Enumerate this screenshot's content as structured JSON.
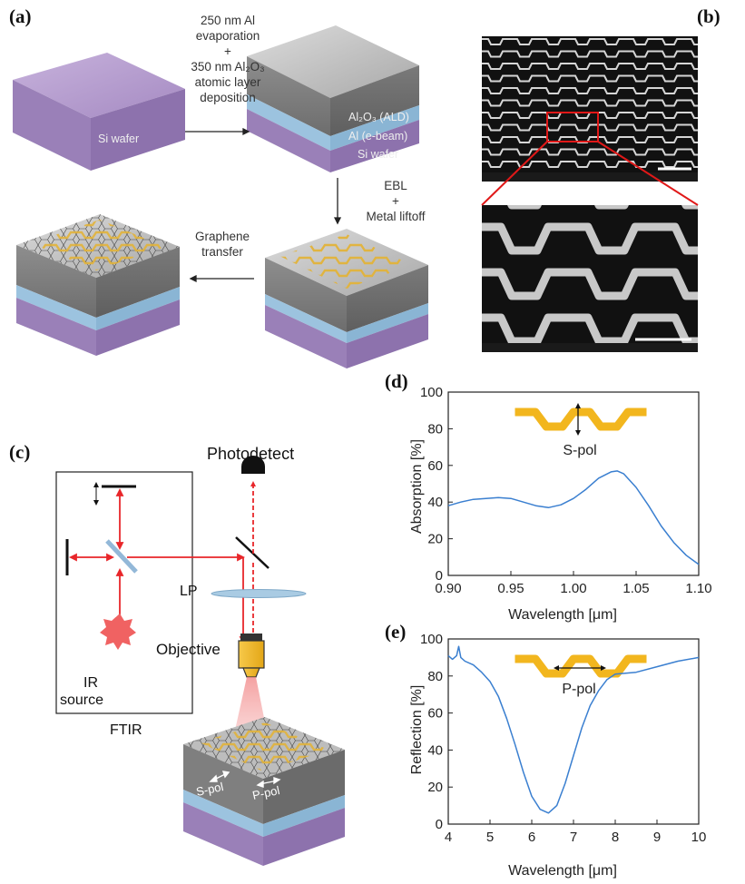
{
  "panels": {
    "a": "(a)",
    "b": "(b)",
    "c": "(c)",
    "d": "(d)",
    "e": "(e)"
  },
  "fabrication": {
    "step1_lines": [
      "250 nm Al",
      "evaporation",
      "+",
      "350 nm Al₂O₃",
      "atomic layer",
      "deposition"
    ],
    "step2_lines": [
      "EBL",
      "+",
      "Metal liftoff"
    ],
    "step3_lines": [
      "Graphene",
      "transfer"
    ],
    "si_wafer": "Si wafer",
    "layer_ald": "Al₂O₃ (ALD)",
    "layer_al": "Al (e-beam)",
    "layer_si": "Si wafer"
  },
  "setup": {
    "photodetect": "Photodetect",
    "lp": "LP",
    "ir": "IR",
    "source": "source",
    "ftir": "FTIR",
    "objective": "Objective",
    "s_pol": "S-pol",
    "p_pol": "P-pol"
  },
  "chart_data": [
    {
      "type": "line",
      "xlabel": "Wavelength [μm]",
      "ylabel": "Absorption [%]",
      "xlim": [
        0.9,
        1.1
      ],
      "ylim": [
        0,
        100
      ],
      "xticks": [
        "0.90",
        "0.95",
        "1.00",
        "1.05",
        "1.10"
      ],
      "yticks": [
        "0",
        "20",
        "40",
        "60",
        "80",
        "100"
      ],
      "inset_label": "S-pol",
      "series": [
        {
          "color": "#3a7fd0",
          "x": [
            0.9,
            0.91,
            0.92,
            0.93,
            0.94,
            0.95,
            0.96,
            0.97,
            0.98,
            0.99,
            1.0,
            1.01,
            1.02,
            1.03,
            1.035,
            1.04,
            1.05,
            1.06,
            1.07,
            1.08,
            1.09,
            1.1
          ],
          "y": [
            38,
            40,
            41.5,
            42,
            42.5,
            42,
            40,
            38,
            37,
            38.5,
            42,
            47,
            53,
            56.5,
            57,
            55.5,
            48,
            38,
            27,
            18,
            11,
            6
          ]
        }
      ]
    },
    {
      "type": "line",
      "xlabel": "Wavelength [μm]",
      "ylabel": "Reflection [%]",
      "xlim": [
        4,
        10
      ],
      "ylim": [
        0,
        100
      ],
      "xticks": [
        "4",
        "5",
        "6",
        "7",
        "8",
        "9",
        "10"
      ],
      "yticks": [
        "0",
        "20",
        "40",
        "60",
        "80",
        "100"
      ],
      "inset_label": "P-pol",
      "series": [
        {
          "color": "#3a7fd0",
          "x": [
            4.0,
            4.1,
            4.2,
            4.25,
            4.3,
            4.4,
            4.6,
            4.8,
            5.0,
            5.2,
            5.4,
            5.6,
            5.8,
            6.0,
            6.2,
            6.4,
            6.6,
            6.8,
            7.0,
            7.2,
            7.4,
            7.6,
            7.8,
            8.0,
            8.5,
            9.0,
            9.5,
            10.0
          ],
          "y": [
            91,
            89,
            91,
            96,
            90,
            88,
            86,
            82,
            77,
            69,
            57,
            43,
            28,
            15,
            8,
            6,
            10,
            22,
            37,
            52,
            64,
            72,
            78,
            81,
            82,
            85,
            88,
            90
          ]
        }
      ]
    }
  ],
  "colors": {
    "purple": "#a88cc4",
    "blue_layer": "#9cc3df",
    "gray_top": "#c9c9c9",
    "gold": "#f2b61e",
    "laser_red": "#e8262a",
    "line_blue": "#3a7fd0"
  }
}
